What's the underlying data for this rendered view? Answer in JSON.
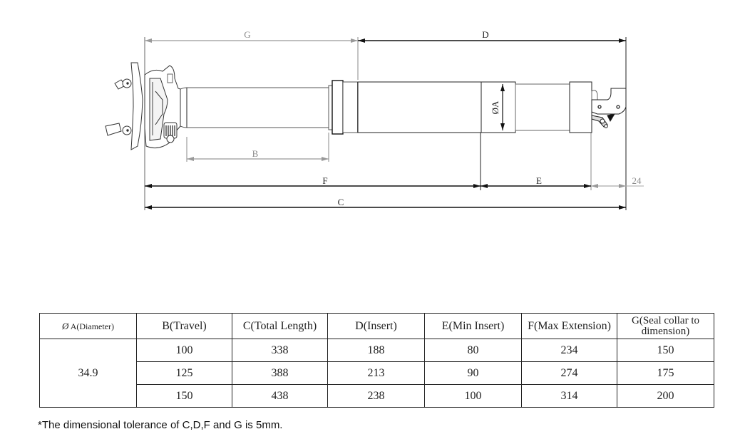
{
  "drawing": {
    "dimension_labels": {
      "G": "G",
      "D": "D",
      "B": "B",
      "F": "F",
      "E": "E",
      "C": "C",
      "clearance": "24",
      "diameter": "ØA"
    }
  },
  "table": {
    "headers": [
      {
        "symbol": "Ø",
        "label": "A(Diameter)"
      },
      {
        "label": "B(Travel)"
      },
      {
        "label": "C(Total Length)"
      },
      {
        "label": "D(Insert)"
      },
      {
        "label": "E(Min Insert)"
      },
      {
        "label": "F(Max Extension)"
      },
      {
        "label": "G(Seal collar to dimension)"
      }
    ],
    "diameter": "34.9",
    "rows": [
      {
        "B": "100",
        "C": "338",
        "D": "188",
        "E": "80",
        "F": "234",
        "G": "150"
      },
      {
        "B": "125",
        "C": "388",
        "D": "213",
        "E": "90",
        "F": "274",
        "G": "175"
      },
      {
        "B": "150",
        "C": "438",
        "D": "238",
        "E": "100",
        "F": "314",
        "G": "200"
      }
    ]
  },
  "footnote": "*The dimensional tolerance of C,D,F and G is 5mm."
}
